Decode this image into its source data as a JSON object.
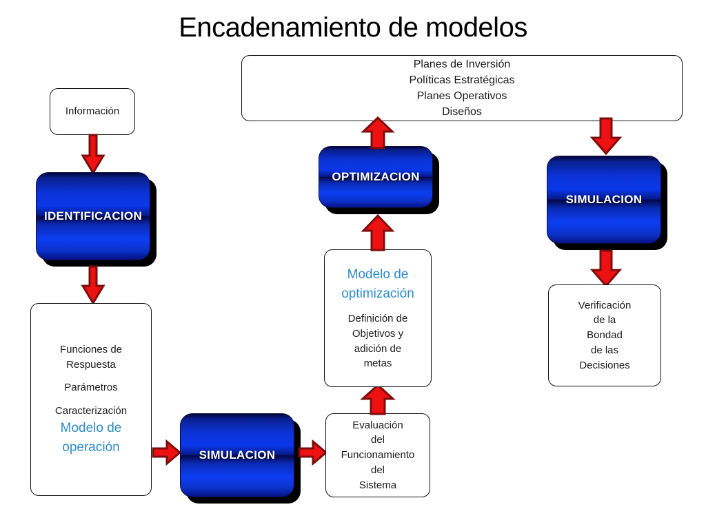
{
  "page": {
    "title": "Encadenamiento de modelos",
    "background": "#ffffff"
  },
  "colors": {
    "arrow_fill": "#ee1111",
    "arrow_stroke": "#7d0d0d",
    "box_blue_bright": "#0c3ef2",
    "box_blue_dark": "#03053a",
    "accent_text_blue": "#2E8BC9",
    "box_outline": "#111111"
  },
  "nodes": {
    "outputs_box": {
      "name": "outputs-box",
      "lines": [
        "Planes de Inversión",
        "Políticas Estratégicas",
        "Planes Operativos",
        "Diseños"
      ]
    },
    "informacion_box": {
      "name": "informacion-box",
      "lines": [
        "Información"
      ]
    },
    "identificacion_box": {
      "name": "identificacion-box",
      "label": "IDENTIFICACION"
    },
    "optimizacion_box": {
      "name": "optimizacion-box",
      "label": "OPTIMIZACION"
    },
    "simulacion_right_box": {
      "name": "simulacion-right-box",
      "label": "SIMULACION"
    },
    "simulacion_bottom_box": {
      "name": "simulacion-bottom-box",
      "label": "SIMULACION"
    },
    "modelo_operacion_box": {
      "name": "modelo-operacion-box",
      "lines": [
        "Funciones de",
        "Respuesta",
        "",
        "Parámetros",
        "",
        "Caracterización"
      ],
      "highlight_lines": [
        "Modelo de",
        "operación"
      ]
    },
    "modelo_optimizacion_box": {
      "name": "modelo-optimizacion-box",
      "highlight_lines": [
        "Modelo de",
        "optimización"
      ],
      "lines": [
        "Definición de",
        "Objetivos y",
        "adición de",
        "metas"
      ]
    },
    "evaluacion_box": {
      "name": "evaluacion-box",
      "lines": [
        "Evaluación",
        "del",
        "Funcionamiento",
        "del",
        "Sistema"
      ]
    },
    "verificacion_box": {
      "name": "verificacion-box",
      "lines": [
        "Verificación",
        "de la",
        "Bondad",
        "de las",
        "Decisiones"
      ]
    }
  },
  "arrows": [
    {
      "name": "arrow-informacion-to-identificacion",
      "direction": "down"
    },
    {
      "name": "arrow-identificacion-to-modelo-operacion",
      "direction": "down"
    },
    {
      "name": "arrow-modelo-operacion-to-simulacion",
      "direction": "right"
    },
    {
      "name": "arrow-simulacion-to-evaluacion",
      "direction": "right"
    },
    {
      "name": "arrow-evaluacion-to-modelo-optimizacion",
      "direction": "up"
    },
    {
      "name": "arrow-modelo-optimizacion-to-optimizacion",
      "direction": "up"
    },
    {
      "name": "arrow-optimizacion-to-outputs",
      "direction": "up"
    },
    {
      "name": "arrow-outputs-to-simulacion-right",
      "direction": "down"
    },
    {
      "name": "arrow-simulacion-right-to-verificacion",
      "direction": "down"
    }
  ]
}
